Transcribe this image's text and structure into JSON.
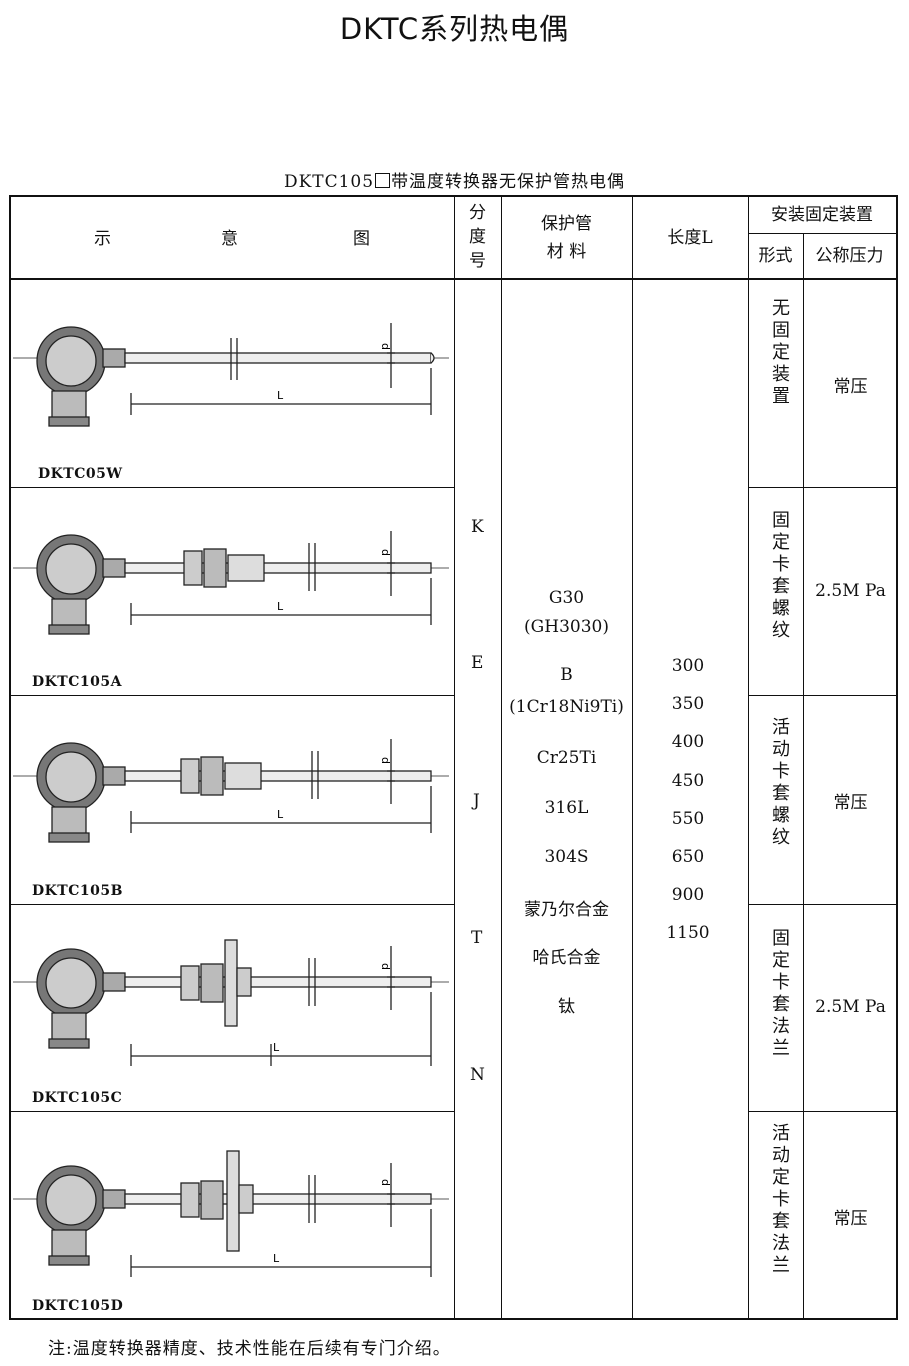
{
  "title": "DKTC系列热电偶",
  "table_caption": {
    "prefix": "DKTC105",
    "suffix": "带温度转换器无保护管热电偶"
  },
  "header": {
    "diagram": [
      "示",
      "意",
      "图"
    ],
    "grade": [
      "分",
      "度",
      "号"
    ],
    "material": [
      "保护管",
      "材 料"
    ],
    "length": "长度L",
    "mounting": "安装固定装置",
    "form": "形式",
    "pressure": "公称压力"
  },
  "rows": [
    {
      "model": "DKTC05W",
      "form": "无固定装置",
      "pressure": "常压"
    },
    {
      "model": "DKTC105A",
      "form": "固定卡套螺纹",
      "pressure": "2.5M Pa"
    },
    {
      "model": "DKTC105B",
      "form": "活动卡套螺纹",
      "pressure": "常压"
    },
    {
      "model": "DKTC105C",
      "form": "固定卡套法兰",
      "pressure": "2.5M Pa"
    },
    {
      "model": "DKTC105D",
      "form": "活动定卡套法兰",
      "pressure": "常压"
    }
  ],
  "grades": [
    "K",
    "E",
    "J",
    "T",
    "N"
  ],
  "materials": [
    "G30",
    "(GH3030)",
    "B",
    "(1Cr18Ni9Ti)",
    "Cr25Ti",
    "316L",
    "304S",
    "蒙乃尔合金",
    "哈氏合金",
    "钛"
  ],
  "lengths": [
    "300",
    "350",
    "400",
    "450",
    "550",
    "650",
    "900",
    "1150"
  ],
  "dim_labels": {
    "length": "L",
    "diameter": "d"
  },
  "footnote": "注:温度转换器精度、技术性能在后续有专门介绍。"
}
